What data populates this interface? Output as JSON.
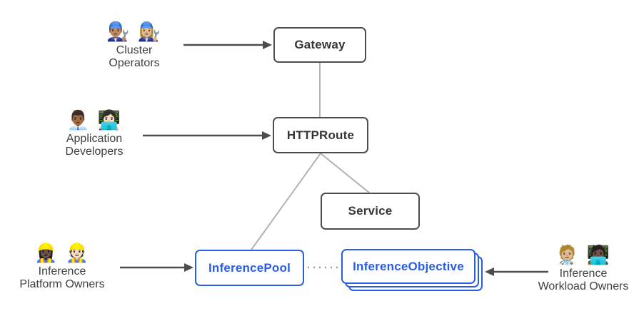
{
  "nodes": {
    "gateway": {
      "label": "Gateway"
    },
    "httproute": {
      "label": "HTTPRoute"
    },
    "service": {
      "label": "Service"
    },
    "inference_pool": {
      "label": "InferencePool"
    },
    "inference_objective": {
      "label": "InferenceObjective"
    }
  },
  "personas": {
    "cluster_operators": {
      "emoji": "👨🏽‍🔧 👩🏼‍🔧",
      "lines": [
        "Cluster",
        "Operators"
      ]
    },
    "application_developers": {
      "emoji": "👨🏾‍💼 👩🏻‍💻",
      "lines": [
        "Application",
        "Developers"
      ]
    },
    "inference_platform_owners": {
      "emoji": "👷🏿‍♀️ 👷🏻",
      "lines": [
        "Inference",
        "Platform Owners"
      ]
    },
    "inference_workload_owners": {
      "emoji": "🧑🏼‍⚕️ 🧑🏿‍💻",
      "lines": [
        "Inference",
        "Workload Owners"
      ]
    }
  },
  "colors": {
    "node_border_gray": "#4d4d4d",
    "node_text_gray": "#363636",
    "accent_blue": "#2b5de2",
    "connector_gray": "#b3b3b3",
    "dotted_connector_gray": "#9a9a9a",
    "arrow_dark_gray": "#4d4d4d",
    "persona_text_gray": "#3f4040",
    "background": "#ffffff"
  }
}
